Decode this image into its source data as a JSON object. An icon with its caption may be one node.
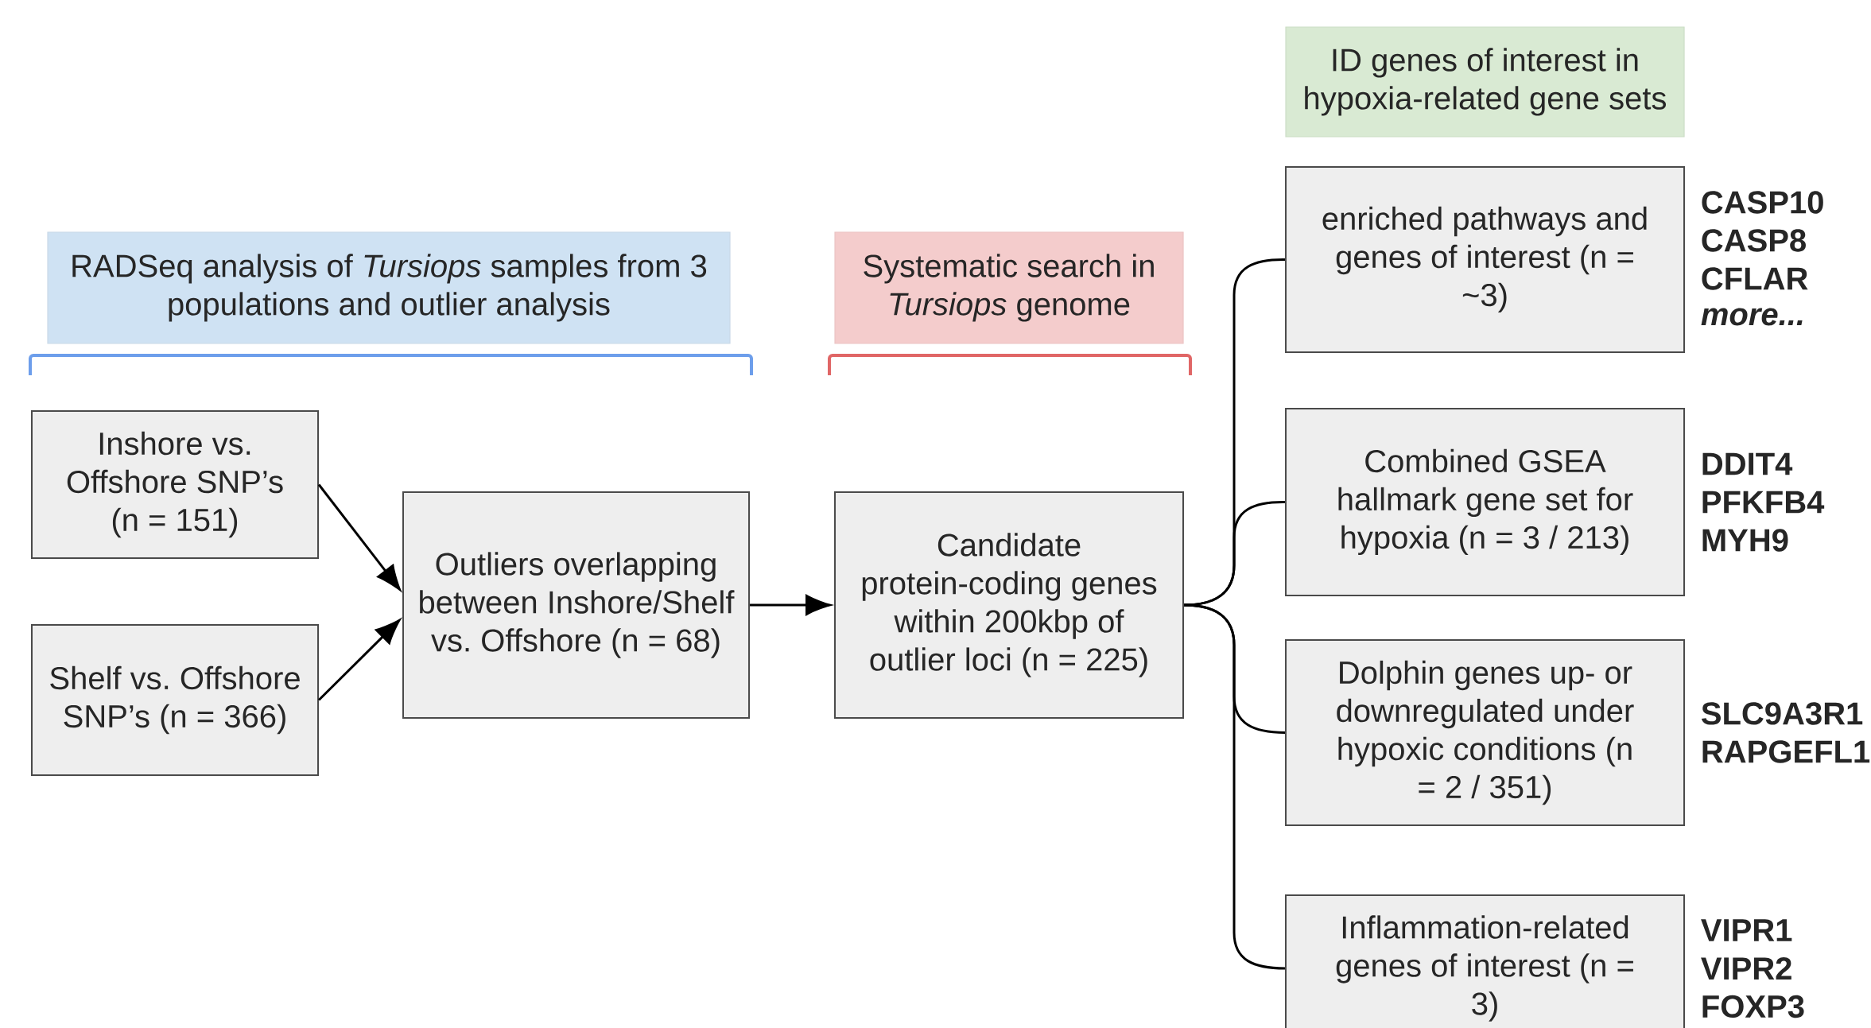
{
  "diagram": {
    "nodes": [
      {
        "text": [
          "RADSeq analysis of *Tursiops* samples from 3 populations and outlier analysis"
        ]
      },
      {
        "text": [
          "Systematic search in *Tursiops* genome"
        ]
      },
      {
        "text": [
          "ID genes of interest in hypoxia-related gene sets"
        ]
      },
      {
        "text": [
          "Inshore vs. Offshore SNP’s (n = 151)"
        ]
      },
      {
        "text": [
          "Shelf vs. Offshore SNP’s (n = 366)"
        ]
      },
      {
        "text": [
          "Outliers overlapping between Inshore/Shelf vs. Offshore (n = 68)"
        ]
      },
      {
        "text": [
          "Candidate protein-coding genes within 200kbp of outlier loci (n = 225)"
        ]
      },
      {
        "text": [
          "enriched pathways and genes of interest (n = ~3)"
        ],
        "beside": [
          "CASP10",
          "CASP8",
          "CFLAR",
          "*more...*"
        ]
      },
      {
        "text": [
          "Combined GSEA hallmark gene set for hypoxia (n = 3 / 213)"
        ],
        "beside": [
          "DDIT4",
          "PFKFB4",
          "MYH9"
        ]
      },
      {
        "text": [
          "Dolphin genes up- or downregulated under hypoxic conditions (n = 2 / 351)"
        ],
        "beside": [
          "SLC9A3R1",
          "RAPGEFL1"
        ]
      },
      {
        "text": [
          "Inflammation-related genes of interest (n = 3)"
        ],
        "beside": [
          "VIPR1",
          "VIPR2",
          "FOXP3"
        ]
      }
    ],
    "edges": [
      {
        "from": 3,
        "to": 5,
        "arrow": "to"
      },
      {
        "from": 4,
        "to": 5,
        "arrow": "to"
      },
      {
        "from": 5,
        "to": 6,
        "arrow": "to"
      },
      {
        "from": 6,
        "to": 7,
        "arrow": "none"
      },
      {
        "from": 6,
        "to": 8,
        "arrow": "none"
      },
      {
        "from": 6,
        "to": 9,
        "arrow": "none"
      },
      {
        "from": 6,
        "to": 10,
        "arrow": "none"
      }
    ]
  }
}
